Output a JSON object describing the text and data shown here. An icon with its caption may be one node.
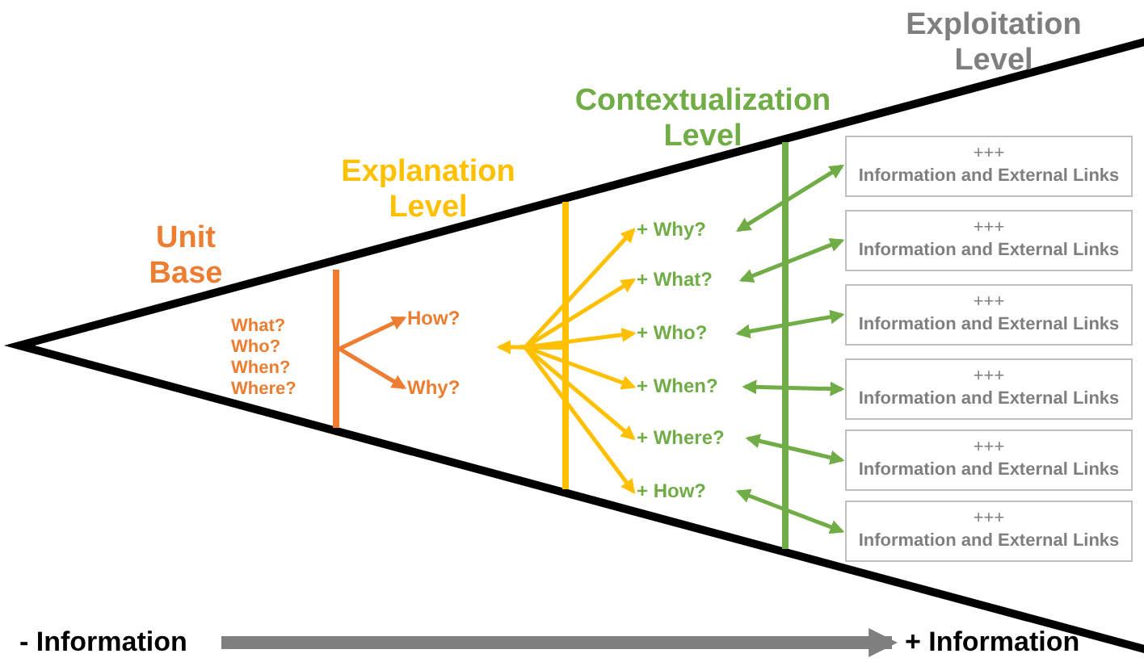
{
  "diagram": {
    "nodes": [
      {
        "text": [
          "What? Who? When? Where?"
        ]
      },
      {
        "text": [],
        "shape": "bar"
      },
      {
        "text": [
          "How?"
        ]
      },
      {
        "text": [
          "Why?"
        ]
      },
      {
        "text": [],
        "shape": "bar"
      },
      {
        "text": [
          "+ Why?"
        ]
      },
      {
        "text": [
          "+ What?"
        ]
      },
      {
        "text": [
          "+ Who?"
        ]
      },
      {
        "text": [
          "+ When?"
        ]
      },
      {
        "text": [
          "+ Where?"
        ]
      },
      {
        "text": [
          "+ How?"
        ]
      },
      {
        "text": [
          "+++",
          "Information and External Links"
        ]
      },
      {
        "text": [
          "+++",
          "Information and External Links"
        ]
      },
      {
        "text": [
          "+++",
          "Information and External Links"
        ]
      },
      {
        "text": [
          "+++",
          "Information and External Links"
        ]
      },
      {
        "text": [
          "+++",
          "Information and External Links"
        ]
      },
      {
        "text": [
          "+++",
          "Information and External Links"
        ]
      },
      {
        "text": [
          "- Information"
        ]
      },
      {
        "text": [
          "+ Information"
        ]
      }
    ],
    "edges": [
      {
        "from": 1,
        "to": 2,
        "arrow": "to",
        "color": "#ed7d31"
      },
      {
        "from": 1,
        "to": 3,
        "arrow": "to",
        "color": "#ed7d31"
      },
      {
        "from": 4,
        "to": 2,
        "arrow": "to",
        "color": "#ffc000"
      },
      {
        "from": 4,
        "to": 5,
        "arrow": "to",
        "color": "#ffc000"
      },
      {
        "from": 4,
        "to": 6,
        "arrow": "to",
        "color": "#ffc000"
      },
      {
        "from": 4,
        "to": 7,
        "arrow": "to",
        "color": "#ffc000"
      },
      {
        "from": 4,
        "to": 8,
        "arrow": "to",
        "color": "#ffc000"
      },
      {
        "from": 4,
        "to": 9,
        "arrow": "to",
        "color": "#ffc000"
      },
      {
        "from": 4,
        "to": 10,
        "arrow": "to",
        "color": "#ffc000"
      },
      {
        "from": 5,
        "to": 11,
        "arrow": "both",
        "color": "#70ad47"
      },
      {
        "from": 6,
        "to": 12,
        "arrow": "both",
        "color": "#70ad47"
      },
      {
        "from": 7,
        "to": 13,
        "arrow": "both",
        "color": "#70ad47"
      },
      {
        "from": 8,
        "to": 14,
        "arrow": "both",
        "color": "#70ad47"
      },
      {
        "from": 9,
        "to": 15,
        "arrow": "both",
        "color": "#70ad47"
      },
      {
        "from": 10,
        "to": 16,
        "arrow": "both",
        "color": "#70ad47"
      },
      {
        "from": 17,
        "to": 18,
        "arrow": "to",
        "style": "thick",
        "color": "#7f7f7f"
      }
    ],
    "labels": [
      "Unit Base",
      "Explanation Level",
      "Contextualization Level",
      "Exploitation Level"
    ]
  }
}
